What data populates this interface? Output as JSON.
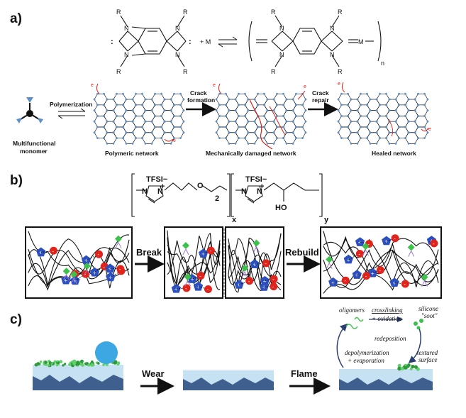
{
  "panels": {
    "a": {
      "letter": "a)",
      "reaction": {
        "r_label": "R",
        "plus_m": "+ M",
        "metal": "M",
        "n_sub": "n"
      },
      "arrows": {
        "polymerization": "Polymerization",
        "crack_formation_1": "Crack",
        "crack_formation_2": "formation",
        "crack_repair_1": "Crack",
        "crack_repair_2": "repair"
      },
      "stages": {
        "monomer_1": "Multifunctional",
        "monomer_2": "monomer",
        "polymeric": "Polymeric network",
        "damaged": "Mechanically damaged network",
        "healed": "Healed network"
      }
    },
    "b": {
      "letter": "b)",
      "tfsi": "TFSI−",
      "subscript_2": "2",
      "subscript_x": "x",
      "subscript_y": "y",
      "ho": "HO",
      "break_label": "Break",
      "rebuild_label": "Rebuild"
    },
    "c": {
      "letter": "c)",
      "wear_label": "Wear",
      "flame_label": "Flame",
      "oligomers": "oligomers",
      "crosslinking": "crosslinking",
      "oxidation": "+ oxidation",
      "silicone": "silicone",
      "soot": "\"soot\"",
      "redeposition": "redeposition",
      "depolymerization": "depolymerization",
      "evaporation": "+ evaporation",
      "textured": "textured",
      "surface": "surface"
    }
  },
  "colors": {
    "node_blue": "#5b8fc7",
    "cation_blue": "#2b4fbf",
    "anion_red": "#e0241b",
    "green": "#3cc24a",
    "purple": "#a57ad6",
    "substrate_dark": "#3f5f8f",
    "substrate_light": "#c6e1f2",
    "droplet": "#3ba7e3",
    "crack_red": "#d9231c"
  }
}
